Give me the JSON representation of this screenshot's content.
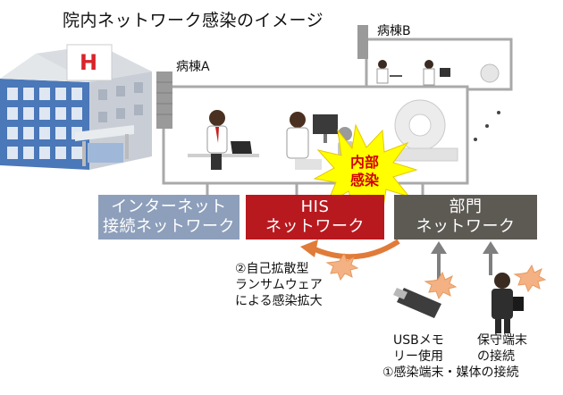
{
  "title": "院内ネットワーク感染のイメージ",
  "wards": {
    "a_label": "病棟A",
    "b_label": "病棟B"
  },
  "networks": {
    "internet": {
      "line1": "インターネット",
      "line2": "接続ネットワーク",
      "color": "#8d9fbb"
    },
    "his": {
      "line1": "HIS",
      "line2": "ネットワーク",
      "color": "#b8191f"
    },
    "dept": {
      "line1": "部門",
      "line2": "ネットワーク",
      "color": "#5d5a54"
    }
  },
  "burst": {
    "line1": "内部",
    "line2": "感染",
    "fill": "#ffff00",
    "text_color": "#d40000"
  },
  "spread": {
    "line1": "②自己拡散型",
    "line2": "ランサムウェア",
    "line3": "による感染拡大",
    "arrow_color": "#e07b39"
  },
  "devices": {
    "usb_line1": "USBメモ",
    "usb_line2": "リー使用",
    "terminal_line1": "保守端末",
    "terminal_line2": "の接続",
    "caption": "①感染端末・媒体の接続"
  },
  "building_sign": "H",
  "ellipsis": "・・・"
}
